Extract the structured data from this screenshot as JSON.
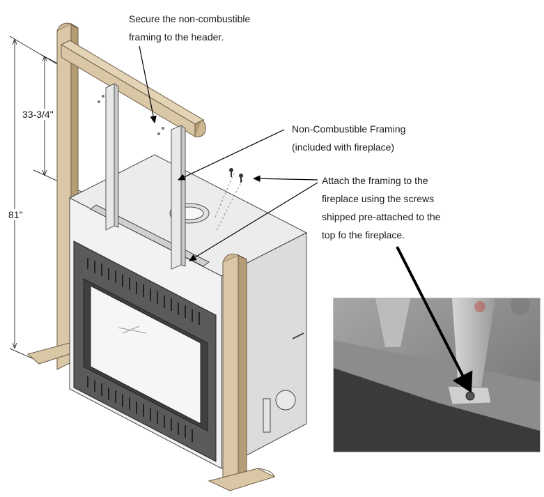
{
  "callouts": {
    "secure": [
      "Secure the non-combustible",
      "framing to the header."
    ],
    "framing": [
      "Non-Combustible Framing",
      "(included with fireplace)"
    ],
    "attach": [
      "Attach the framing to the",
      "fireplace using the screws",
      "shipped pre-attached to the",
      "top fo the fireplace."
    ]
  },
  "dimensions": {
    "overall_height": "81\"",
    "framing_height": "33-3/4\""
  },
  "colors": {
    "wood": "#d9c7a6",
    "wood_dark": "#b49c74",
    "metal": "#e6e6e6",
    "firebox_front": "#f2f2f2",
    "firebox_side": "#dcdcdc",
    "surround": "#5a5a5a",
    "arrow": "#000000"
  },
  "icons": {
    "screw": "screw-icon",
    "arrow": "arrow-icon"
  }
}
